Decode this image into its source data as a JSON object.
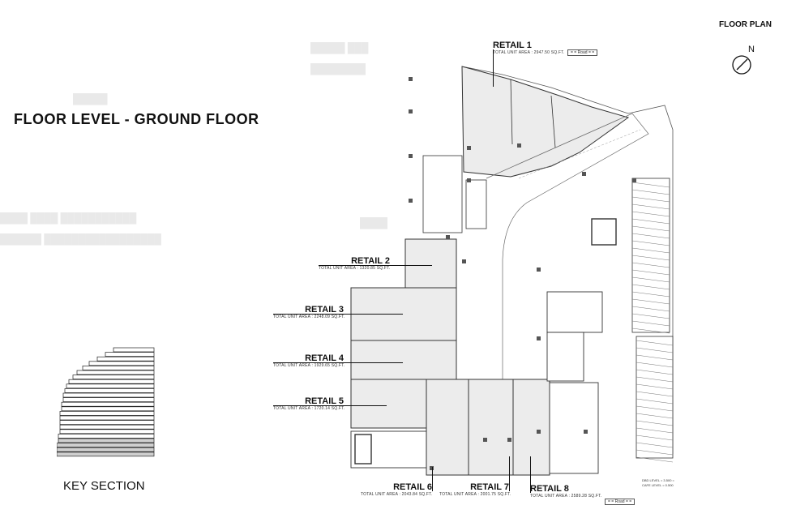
{
  "title": "FLOOR LEVEL - GROUND FLOOR",
  "floor_plan_label": "FLOOR PLAN",
  "north_label": "N",
  "key_section_label": "KEY SECTION",
  "road_label": "= = Road = =",
  "level_note": {
    "line1": "DBD LEVEL = 3.500 =",
    "line2": "CAFE LEVEL = 0.500"
  },
  "retail_units": [
    {
      "name": "RETAIL 1",
      "area": "TOTAL UNIT AREA : 2947.50 SQ.FT."
    },
    {
      "name": "RETAIL 2",
      "area": "TOTAL UNIT AREA : 1320.85 SQ.FT."
    },
    {
      "name": "RETAIL 3",
      "area": "TOTAL UNIT AREA : 2248.09 SQ.FT."
    },
    {
      "name": "RETAIL 4",
      "area": "TOTAL UNIT AREA : 1929.65 SQ.FT."
    },
    {
      "name": "RETAIL 5",
      "area": "TOTAL UNIT AREA : 1720.14 SQ.FT."
    },
    {
      "name": "RETAIL 6",
      "area": "TOTAL UNIT AREA : 2043.84 SQ.FT."
    },
    {
      "name": "RETAIL 7",
      "area": "TOTAL UNIT AREA : 2001.75 SQ.FT."
    },
    {
      "name": "RETAIL 8",
      "area": "TOTAL UNIT AREA : 2589.28 SQ.FT."
    }
  ],
  "colors": {
    "unit_fill": "#ececec",
    "wall": "#333333",
    "accent_label": "#111111"
  }
}
